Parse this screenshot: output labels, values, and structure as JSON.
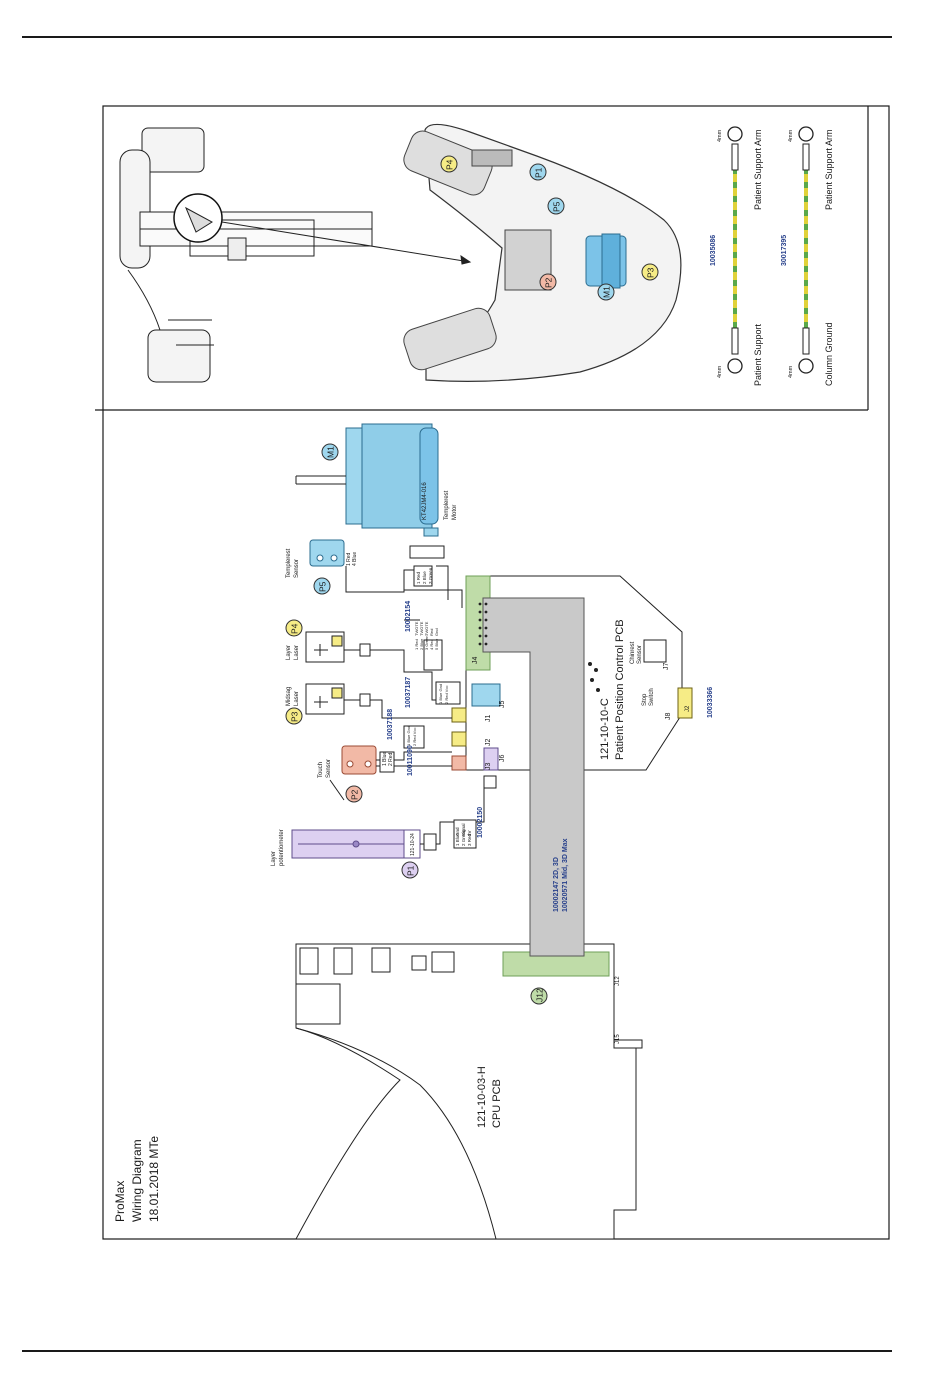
{
  "title": {
    "line1": "ProMax",
    "line2": "Wiring Diagram",
    "line3": "18.01.2018 MTe"
  },
  "boards": {
    "cpu": {
      "part": "121-10-03-H",
      "name": "CPU PCB",
      "connector": "J12",
      "labels": [
        "J12",
        "J15"
      ]
    },
    "ppc": {
      "part": "121-10-10-C",
      "name": "Patient Position Control PCB",
      "connectors": [
        "J4",
        "J1",
        "J5",
        "J2",
        "J6",
        "J3",
        "J7",
        "J8"
      ]
    },
    "flat_cable": {
      "line1": "10002147  2D, 3D",
      "line2": "10020571  Mid, 3D Max"
    }
  },
  "components": {
    "m1": {
      "tag": "M1",
      "model": "KT42JM4-016",
      "name1": "Templerest",
      "name2": "Motor"
    },
    "p5": {
      "tag": "P5",
      "name1": "Templerest",
      "name2": "Sensor",
      "wires": [
        "1 Red",
        "4 Blue"
      ]
    },
    "p4": {
      "tag": "P4",
      "name1": "Layer",
      "name2": "Laser"
    },
    "p3": {
      "tag": "P3",
      "name1": "Midsag",
      "name2": "Laser"
    },
    "p2": {
      "tag": "P2",
      "name1": "Touch",
      "name2": "Sensor",
      "wires": [
        "1 Blue",
        "2 Red"
      ]
    },
    "p1": {
      "tag": "P1",
      "name1": "Layer",
      "name2": "potentiometer",
      "wires": [
        "1 Blue",
        "2 Green",
        "3 Red"
      ],
      "wires_b": [
        "Gnd",
        "Signal",
        "5V"
      ],
      "chip": "121-10-24"
    },
    "chinrest": {
      "name1": "Chinrest",
      "name2": "Sensor"
    },
    "stop": {
      "name1": "Stop",
      "name2": "Switch",
      "chip": "J2"
    }
  },
  "cables": {
    "c10002154": "10002154",
    "c10037187": "10037187",
    "c10037188": "10037188",
    "c10011090": "10011090",
    "c10002150": "10002150",
    "c10033366": "10033366",
    "motor_wires": [
      "1 Red",
      "2 Blue",
      "3 Green"
    ],
    "laser_wires": [
      "1 Red",
      "2 Blue",
      "3 Green",
      "4 Red",
      "5 Blue"
    ],
    "laser_sig": [
      "TWOTE",
      "TWOTE",
      "TWOTE",
      "Red",
      "Gnd"
    ],
    "midsag_wires": [
      "1 Blue Gnd",
      "2 Red Vcc"
    ],
    "touch_wires": [
      "1 Blue Gnd",
      "2 Red Vcc"
    ]
  },
  "ground_cables": [
    {
      "part": "10035086",
      "from": "Patient Support",
      "to": "Patient Support Arm",
      "size1": "4mm",
      "size2": "4mm"
    },
    {
      "part": "30017395",
      "from": "Column Ground",
      "to": "Patient Support Arm",
      "size1": "4mm",
      "size2": "4mm"
    }
  ],
  "photo_tags": [
    "P4",
    "P1",
    "P5",
    "P2",
    "M1",
    "P3"
  ],
  "colors": {
    "motor": "#9fd7ee",
    "sensor": "#9fd7ee",
    "laser": "#f6ec86",
    "touch": "#f2b9a6",
    "pot": "#ddd0f1",
    "connector": "#bfdca8",
    "cable": "#c9c9c9",
    "part": "#27408b",
    "ground_yellow": "#e0d23a",
    "ground_green": "#5aa84a"
  }
}
